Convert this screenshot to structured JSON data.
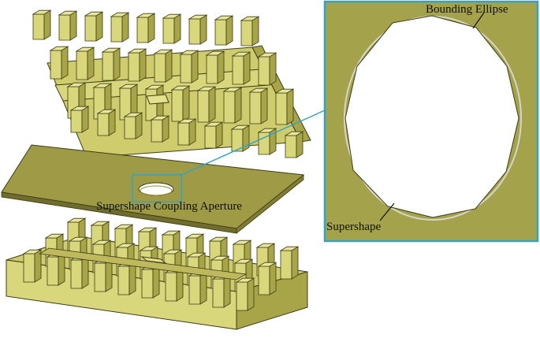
{
  "labels": {
    "aperture": "Supershape Coupling Aperture",
    "bounding_ellipse": "Bounding Ellipse",
    "supershape": "Supershape"
  },
  "colors": {
    "metal_face": "#d9d77c",
    "metal_side": "#b5b252",
    "metal_dark": "#8f8c38",
    "metal_edge": "#3d3c17",
    "plate": "#9e9a45",
    "callout": "#2ea3cc",
    "ellipse": "#d6d6c8"
  },
  "icons": {
    "top_structure": "top-pin-array",
    "middle_layer": "coupling-plate",
    "bottom_structure": "bottom-pin-array",
    "zoom_inset": "aperture-zoom-inset"
  }
}
